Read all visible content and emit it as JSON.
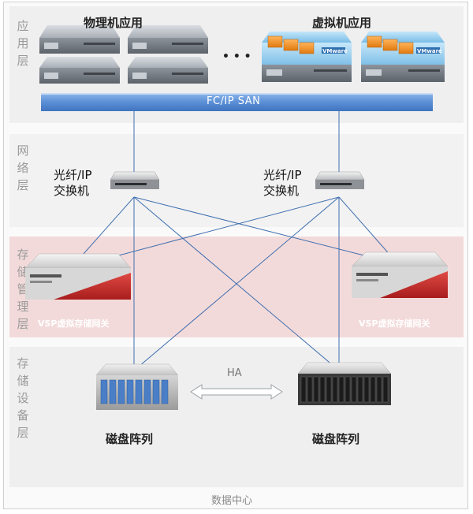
{
  "layers": {
    "application": "应\n用\n层",
    "network": "网\n络\n层",
    "storage_mgmt": "存\n储\n管\n理\n层",
    "storage_device": "存\n储\n设\n备\n层"
  },
  "labels": {
    "physical_apps": "物理机应用",
    "virtual_apps": "虚拟机应用",
    "ellipsis": "• • •",
    "san": "FC/IP SAN",
    "switch_left": "光纤/IP\n交换机",
    "switch_right": "光纤/IP\n交换机",
    "vsp_left": "VSP虚拟存储网关",
    "vsp_right": "VSP虚拟存储网关",
    "ha": "HA",
    "array_left": "磁盘阵列",
    "array_right": "磁盘阵列",
    "data_center": "数据中心",
    "vmware_1": "VMware",
    "vmware_2": "VMware"
  },
  "colors": {
    "application_bg": "#efefef",
    "network_bg": "#f2f2f2",
    "storage_mgmt_bg": "#f3dada",
    "storage_device_bg": "#efefef",
    "san_bar": "#5b8fd6",
    "line": "#3f6fb0",
    "vsp_red": "#c62b2b"
  }
}
